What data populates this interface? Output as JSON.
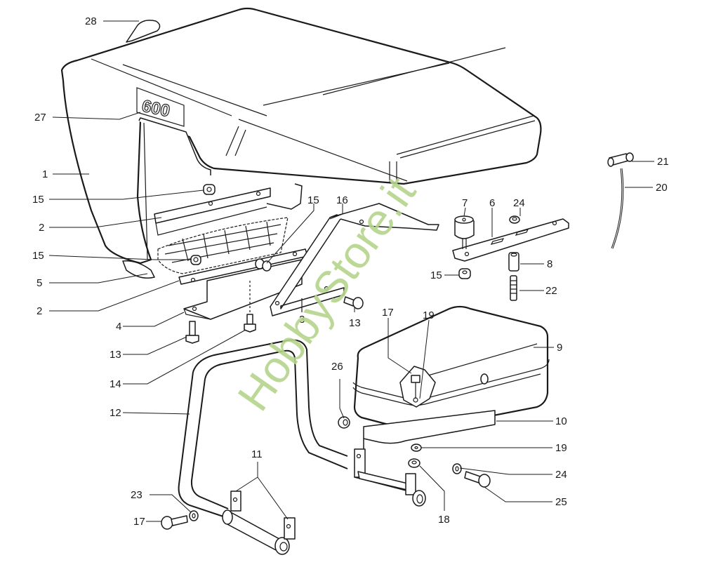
{
  "diagram": {
    "type": "exploded parts diagram",
    "hood_badge": "600",
    "watermark": {
      "text": "HobbyStore.it",
      "color": "#b5d48c"
    },
    "callouts": [
      {
        "id": "c28",
        "label": "28",
        "part": "hood knob"
      },
      {
        "id": "c27",
        "label": "27",
        "part": "badge 600"
      },
      {
        "id": "c1",
        "label": "1",
        "part": "hood"
      },
      {
        "id": "c15a",
        "label": "15",
        "part": "nut"
      },
      {
        "id": "c2a",
        "label": "2",
        "part": "upper strip"
      },
      {
        "id": "c15b",
        "label": "15",
        "part": "nut"
      },
      {
        "id": "c5",
        "label": "5",
        "part": "grille mesh"
      },
      {
        "id": "c2b",
        "label": "2",
        "part": "lower strip"
      },
      {
        "id": "c4",
        "label": "4",
        "part": "front bracket"
      },
      {
        "id": "c13a",
        "label": "13",
        "part": "bolt"
      },
      {
        "id": "c14",
        "label": "14",
        "part": "bolt"
      },
      {
        "id": "c12",
        "label": "12",
        "part": "front bumper frame"
      },
      {
        "id": "c23",
        "label": "23",
        "part": "washer"
      },
      {
        "id": "c17a",
        "label": "17",
        "part": "bolt"
      },
      {
        "id": "c11",
        "label": "11",
        "part": "mounting plates"
      },
      {
        "id": "c15c",
        "label": "15",
        "part": "nut"
      },
      {
        "id": "c16",
        "label": "16",
        "part": "side bracket"
      },
      {
        "id": "c3",
        "label": "3",
        "part": "bracket"
      },
      {
        "id": "c13b",
        "label": "13",
        "part": "bolt"
      },
      {
        "id": "c7",
        "label": "7",
        "part": "rubber mount"
      },
      {
        "id": "c6",
        "label": "6",
        "part": "mount plate"
      },
      {
        "id": "c24a",
        "label": "24",
        "part": "washer"
      },
      {
        "id": "c15d",
        "label": "15",
        "part": "nut"
      },
      {
        "id": "c8",
        "label": "8",
        "part": "spacer"
      },
      {
        "id": "c22",
        "label": "22",
        "part": "stud"
      },
      {
        "id": "c21",
        "label": "21",
        "part": "cable end"
      },
      {
        "id": "c20",
        "label": "20",
        "part": "cable"
      },
      {
        "id": "c17b",
        "label": "17",
        "part": "bolt"
      },
      {
        "id": "c19a",
        "label": "19",
        "part": "washer"
      },
      {
        "id": "c9",
        "label": "9",
        "part": "toolbox lid"
      },
      {
        "id": "c26",
        "label": "26",
        "part": "nut"
      },
      {
        "id": "c10",
        "label": "10",
        "part": "toolbox"
      },
      {
        "id": "c19b",
        "label": "19",
        "part": "washer"
      },
      {
        "id": "c24b",
        "label": "24",
        "part": "washer"
      },
      {
        "id": "c18",
        "label": "18",
        "part": "nut"
      },
      {
        "id": "c25",
        "label": "25",
        "part": "bolt"
      }
    ]
  }
}
